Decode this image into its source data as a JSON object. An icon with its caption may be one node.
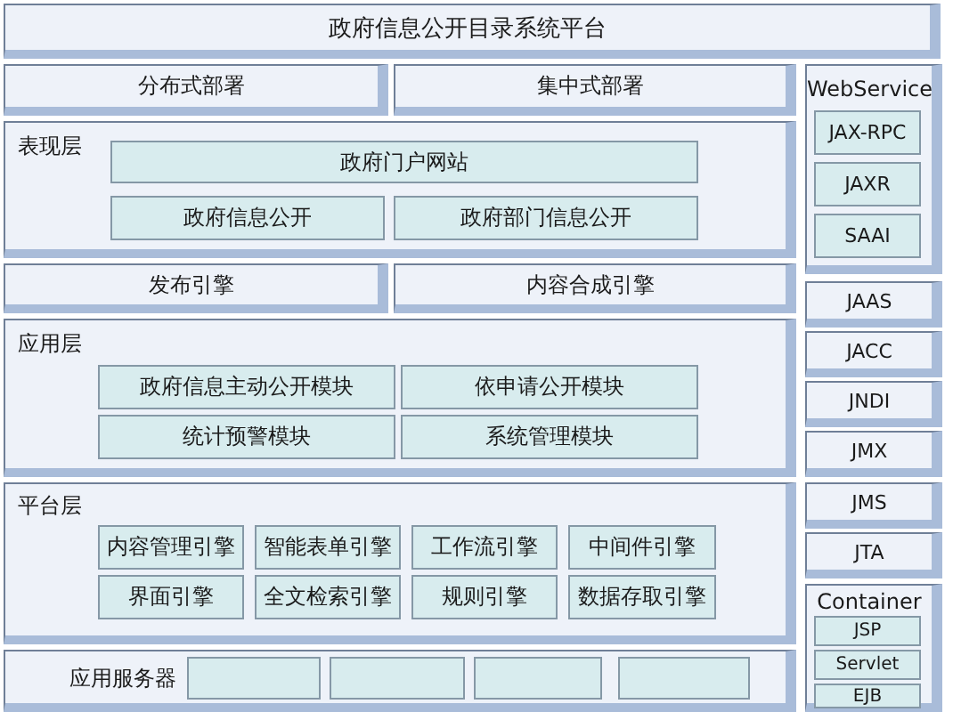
{
  "diagram": {
    "nodes": [
      {
        "text": [
          "政府信息公开目录系统平台"
        ]
      },
      {
        "text": [
          "分布式部署"
        ]
      },
      {
        "text": [
          "集中式部署"
        ]
      },
      {
        "text": [
          "表现层"
        ]
      },
      {
        "text": [
          "政府门户网站"
        ],
        "in": 3
      },
      {
        "text": [
          "政府信息公开"
        ],
        "in": 3
      },
      {
        "text": [
          "政府部门信息公开"
        ],
        "in": 3
      },
      {
        "text": [
          "发布引擎"
        ]
      },
      {
        "text": [
          "内容合成引擎"
        ]
      },
      {
        "text": [
          "应用层"
        ]
      },
      {
        "text": [
          "政府信息主动公开模块"
        ],
        "in": 9
      },
      {
        "text": [
          "依申请公开模块"
        ],
        "in": 9
      },
      {
        "text": [
          "统计预警模块"
        ],
        "in": 9
      },
      {
        "text": [
          "系统管理模块"
        ],
        "in": 9
      },
      {
        "text": [
          "平台层"
        ]
      },
      {
        "text": [
          "内容管理引擎"
        ],
        "in": 14
      },
      {
        "text": [
          "智能表单引擎"
        ],
        "in": 14
      },
      {
        "text": [
          "工作流引擎"
        ],
        "in": 14
      },
      {
        "text": [
          "中间件引擎"
        ],
        "in": 14
      },
      {
        "text": [
          "界面引擎"
        ],
        "in": 14
      },
      {
        "text": [
          "全文检索引擎"
        ],
        "in": 14
      },
      {
        "text": [
          "规则引擎"
        ],
        "in": 14
      },
      {
        "text": [
          "数据存取引擎"
        ],
        "in": 14
      },
      {
        "text": [
          "应用服务器"
        ]
      },
      {
        "text": [],
        "shape": "box",
        "in": 23
      },
      {
        "text": [],
        "shape": "box",
        "in": 23
      },
      {
        "text": [],
        "shape": "box",
        "in": 23
      },
      {
        "text": [],
        "shape": "box",
        "in": 23
      },
      {
        "text": [
          "WebService"
        ]
      },
      {
        "text": [
          "JAX-RPC"
        ],
        "in": 28
      },
      {
        "text": [
          "JAXR"
        ],
        "in": 28
      },
      {
        "text": [
          "SAAI"
        ],
        "in": 28
      },
      {
        "text": [
          "JAAS"
        ]
      },
      {
        "text": [
          "JACC"
        ]
      },
      {
        "text": [
          "JNDI"
        ]
      },
      {
        "text": [
          "JMX"
        ]
      },
      {
        "text": [
          "JMS"
        ]
      },
      {
        "text": [
          "JTA"
        ]
      },
      {
        "text": [
          "Container"
        ]
      },
      {
        "text": [
          "JSP"
        ],
        "in": 38
      },
      {
        "text": [
          "Servlet"
        ],
        "in": 38
      },
      {
        "text": [
          "EJB"
        ],
        "in": 38
      }
    ]
  }
}
